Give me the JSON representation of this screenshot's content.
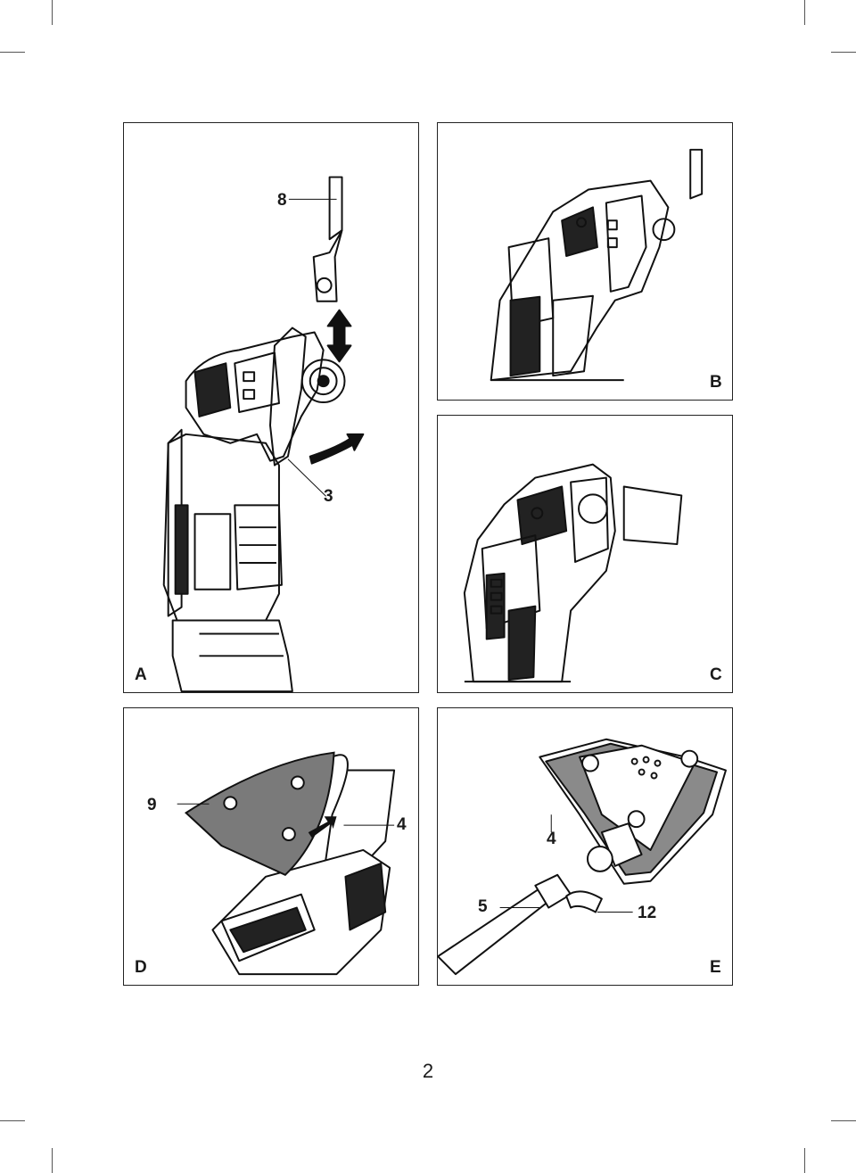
{
  "page": {
    "number": "2"
  },
  "panels": {
    "A": {
      "letter": "A",
      "callouts": [
        "8",
        "3"
      ]
    },
    "B": {
      "letter": "B"
    },
    "C": {
      "letter": "C"
    },
    "D": {
      "letter": "D",
      "callouts": [
        "9",
        "4"
      ]
    },
    "E": {
      "letter": "E",
      "callouts": [
        "4",
        "5",
        "12"
      ]
    }
  }
}
